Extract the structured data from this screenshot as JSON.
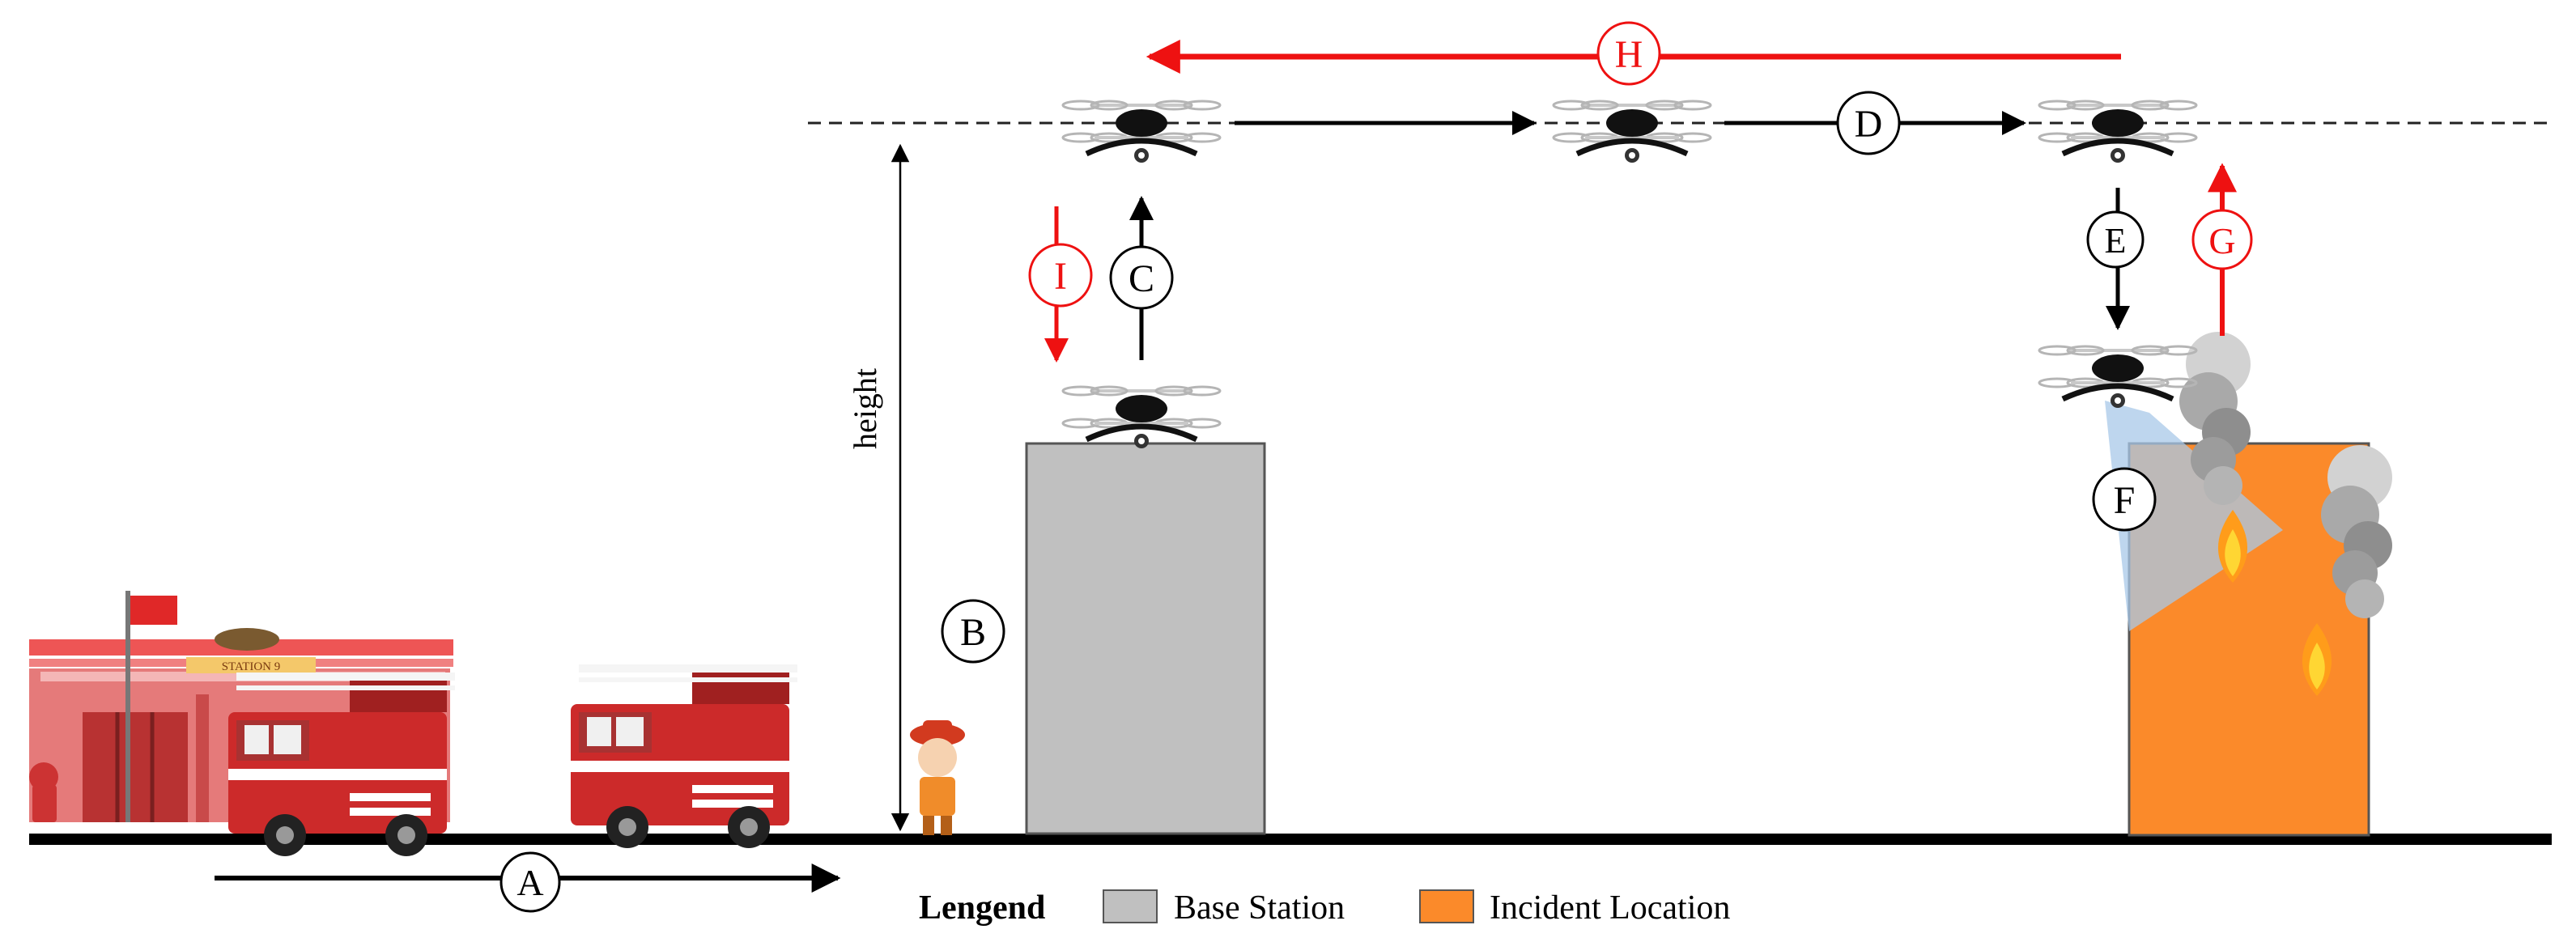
{
  "diagram": {
    "labels": {
      "a": "A",
      "b": "B",
      "c": "C",
      "d": "D",
      "e": "E",
      "f": "F",
      "g": "G",
      "h": "H",
      "i": "I"
    },
    "height_label": "height",
    "station_sign": "STATION 9",
    "colors": {
      "black": "#000000",
      "red": "#ee1111",
      "base_station": "#c0c0c0",
      "incident": "#fb8a2a",
      "fire_red": "#c0392b"
    }
  },
  "legend": {
    "title": "Lengend",
    "items": [
      {
        "label": "Base Station",
        "color": "#c0c0c0"
      },
      {
        "label": "Incident Location",
        "color": "#fb8a2a"
      }
    ]
  }
}
